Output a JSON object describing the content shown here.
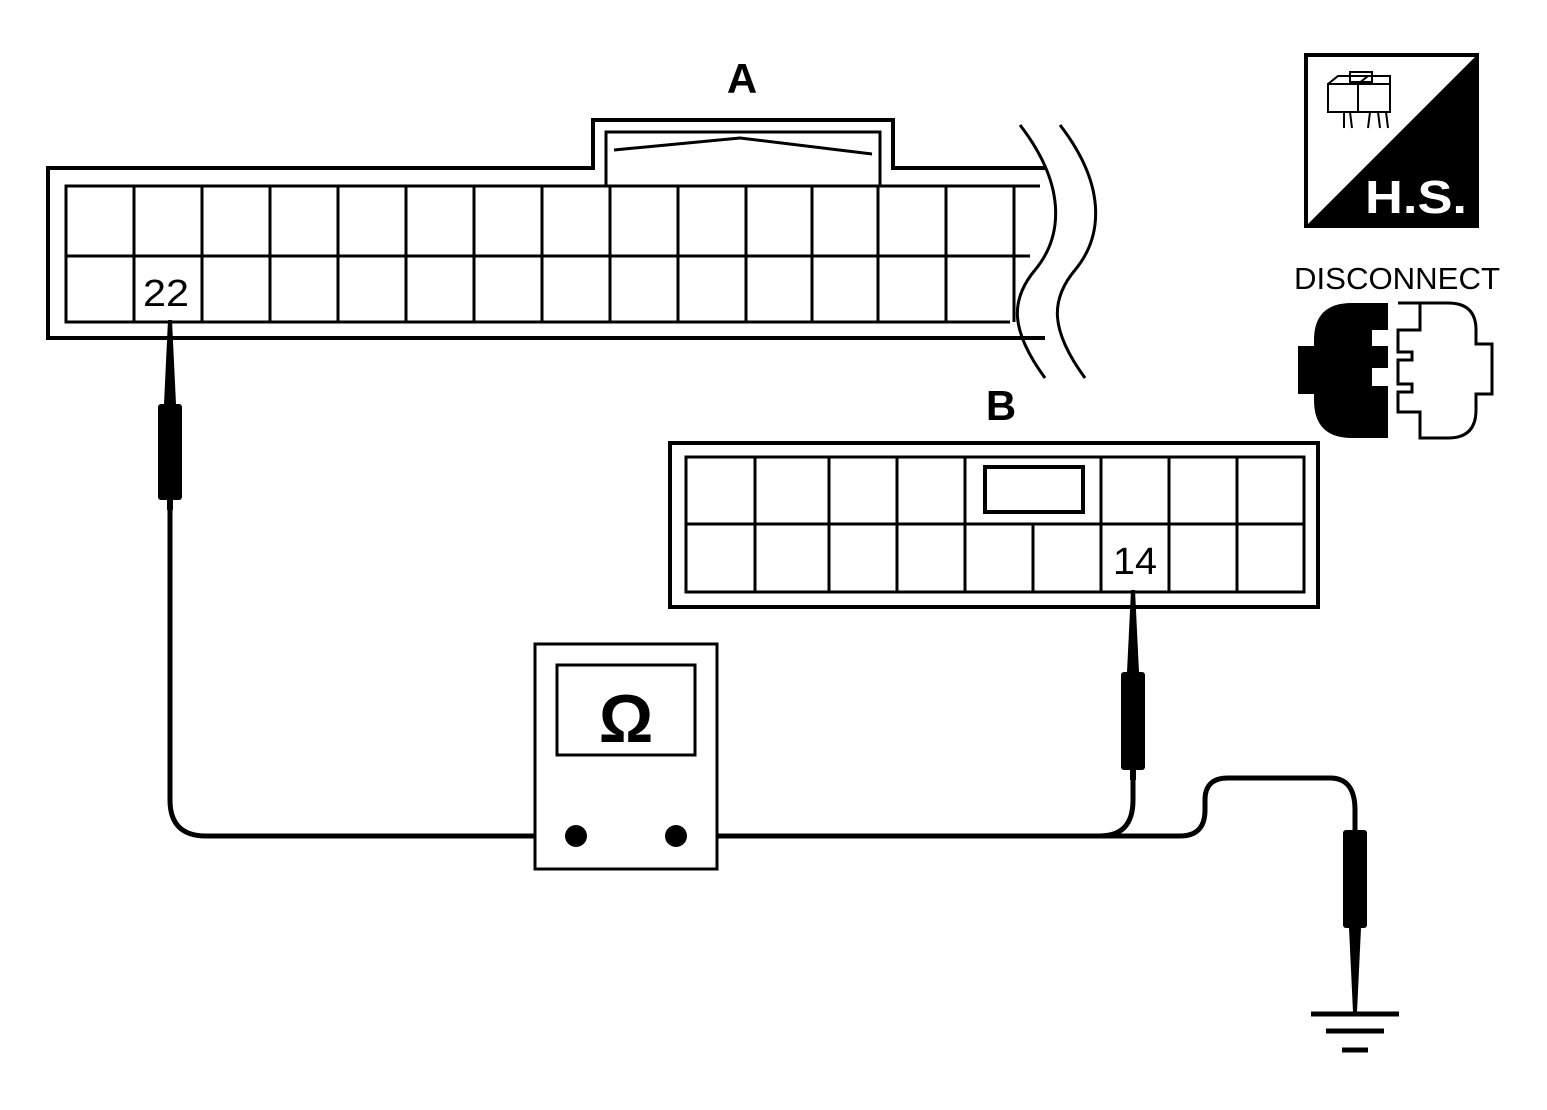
{
  "connector_a": {
    "label": "A",
    "terminal_label": "22"
  },
  "connector_b": {
    "label": "B",
    "terminal_label": "14"
  },
  "meter": {
    "symbol": "Ω"
  },
  "harness_side_badge": {
    "text": "H.S."
  },
  "disconnect_badge": {
    "text": "DISCONNECT"
  }
}
